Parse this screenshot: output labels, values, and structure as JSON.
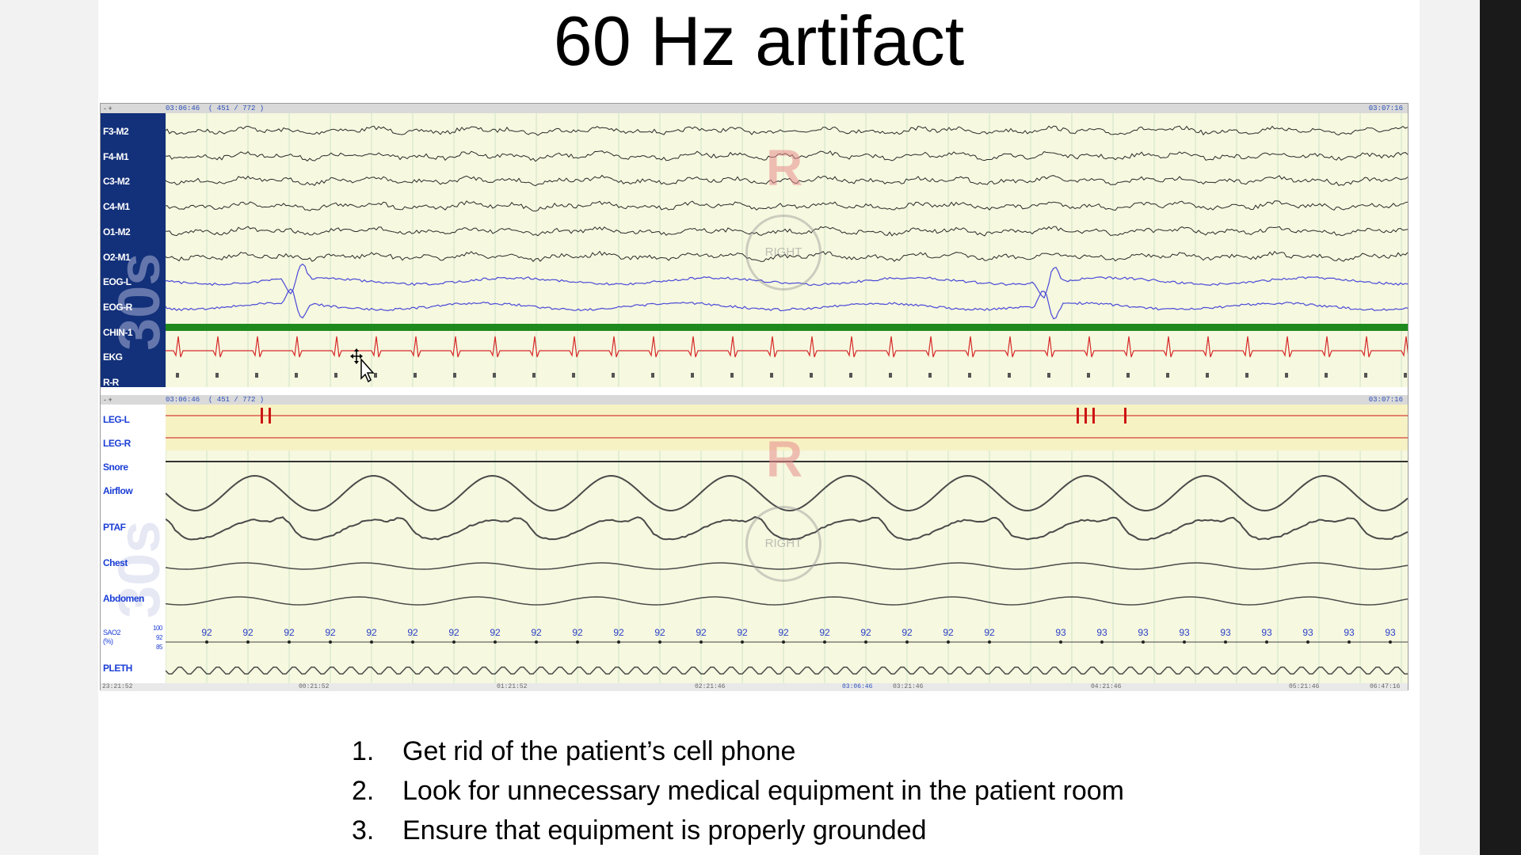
{
  "slide": {
    "title": "60 Hz artifact",
    "steps": [
      {
        "num": "1.",
        "text": "Get rid of the patient’s cell phone"
      },
      {
        "num": "2.",
        "text": "Look for unnecessary medical equipment in the patient room"
      },
      {
        "num": "3.",
        "text": "Ensure that equipment is properly grounded"
      }
    ]
  },
  "psg": {
    "panel1": {
      "epoch_time": "03:06:46",
      "epoch_index": "( 451 / 772 )",
      "end_time": "03:07:16",
      "controls": "- +",
      "window_label": "30s",
      "channels": [
        "F3-M2",
        "F4-M1",
        "C3-M2",
        "C4-M1",
        "O1-M2",
        "O2-M1",
        "EOG-L",
        "EOG-R",
        "CHIN-1",
        "EKG",
        "R-R"
      ]
    },
    "panel2": {
      "epoch_time": "03:06:46",
      "epoch_index": "( 451 / 772 )",
      "end_time": "03:07:16",
      "controls": "- +",
      "window_label": "30s",
      "channels": [
        "LEG-L",
        "LEG-R",
        "Snore",
        "Airflow",
        "PTAF",
        "Chest",
        "Abdomen"
      ],
      "sao2": {
        "label": "SAO2",
        "unit": "(%)",
        "scale": [
          "100",
          "92",
          "85"
        ],
        "readings": [
          "92",
          "92",
          "92",
          "92",
          "92",
          "92",
          "92",
          "92",
          "92",
          "92",
          "92",
          "92",
          "92",
          "92",
          "92",
          "92",
          "92",
          "92",
          "92",
          "92",
          "93",
          "93",
          "93",
          "93",
          "93",
          "93",
          "93",
          "93",
          "93"
        ]
      },
      "pleth_label": "PLETH"
    },
    "timeline": [
      "23:21:52",
      "00:21:52",
      "01:21:52",
      "02:21:46",
      "03:06:46",
      "03:21:46",
      "04:21:46",
      "05:21:46",
      "06:47:16"
    ],
    "overlay": {
      "flag": "R",
      "button": "RIGHT"
    },
    "colors": {
      "eeg": "#2a2a2a",
      "eog": "#4a4ad8",
      "chin": "#1e8a1e",
      "ekg": "#d62a2a",
      "leg": "#cc1414",
      "resp": "#4a4a4a",
      "label_panel": "#13307a",
      "trace_bg": "#f6f8df",
      "leg_band": "#f7f2c4"
    }
  }
}
